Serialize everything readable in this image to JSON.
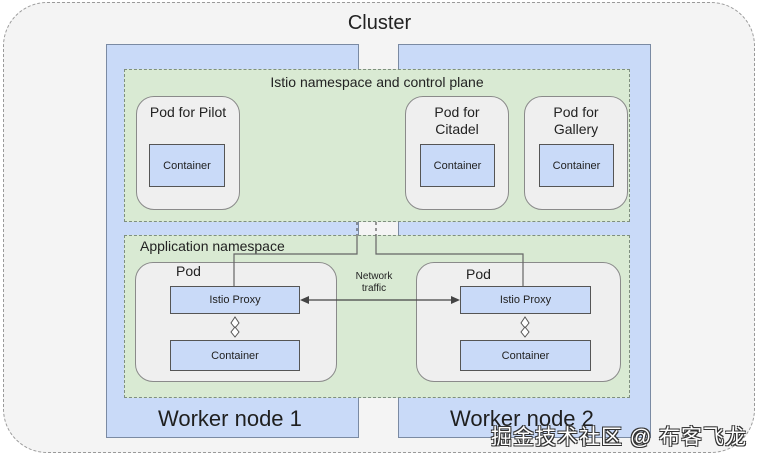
{
  "cluster": {
    "title": "Cluster"
  },
  "nodes": [
    {
      "label": "Worker node 1"
    },
    {
      "label": "Worker node 2"
    }
  ],
  "control_namespace": {
    "label": "Istio namespace and control plane",
    "pods": [
      {
        "title": "Pod for Pilot",
        "container": "Container"
      },
      {
        "title": "Pod for\nCitadel",
        "container": "Container"
      },
      {
        "title": "Pod for\nGallery",
        "container": "Container"
      }
    ]
  },
  "app_namespace": {
    "label": "Application namespace",
    "pods": [
      {
        "title": "Pod",
        "proxy": "Istio Proxy",
        "container": "Container"
      },
      {
        "title": "Pod",
        "proxy": "Istio Proxy",
        "container": "Container"
      }
    ],
    "network_label": "Network\ntraffic"
  },
  "watermark": "掘金技术社区 @ 布客飞龙",
  "colors": {
    "node_fill": "#c9daf8",
    "namespace_fill": "#d9ead3",
    "pod_fill": "#efefef",
    "cluster_fill": "#f4f4f4"
  }
}
